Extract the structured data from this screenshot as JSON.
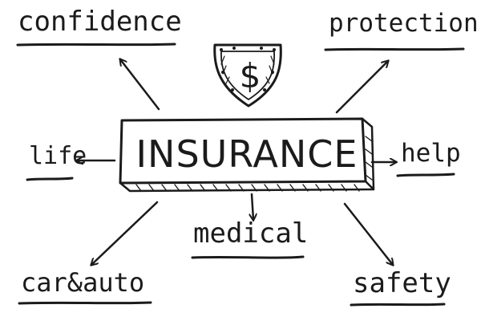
{
  "diagram": {
    "center": {
      "label": "INSURANCE"
    },
    "badge": {
      "symbol": "$",
      "icon": "shield-dollar-icon"
    },
    "branches": {
      "confidence": "confidence",
      "protection": "protection",
      "life": "life",
      "help": "help",
      "medical": "medical",
      "car_auto": "car&auto",
      "safety": "safety"
    },
    "colors": {
      "ink": "#1b1b1b",
      "background": "#ffffff"
    }
  }
}
